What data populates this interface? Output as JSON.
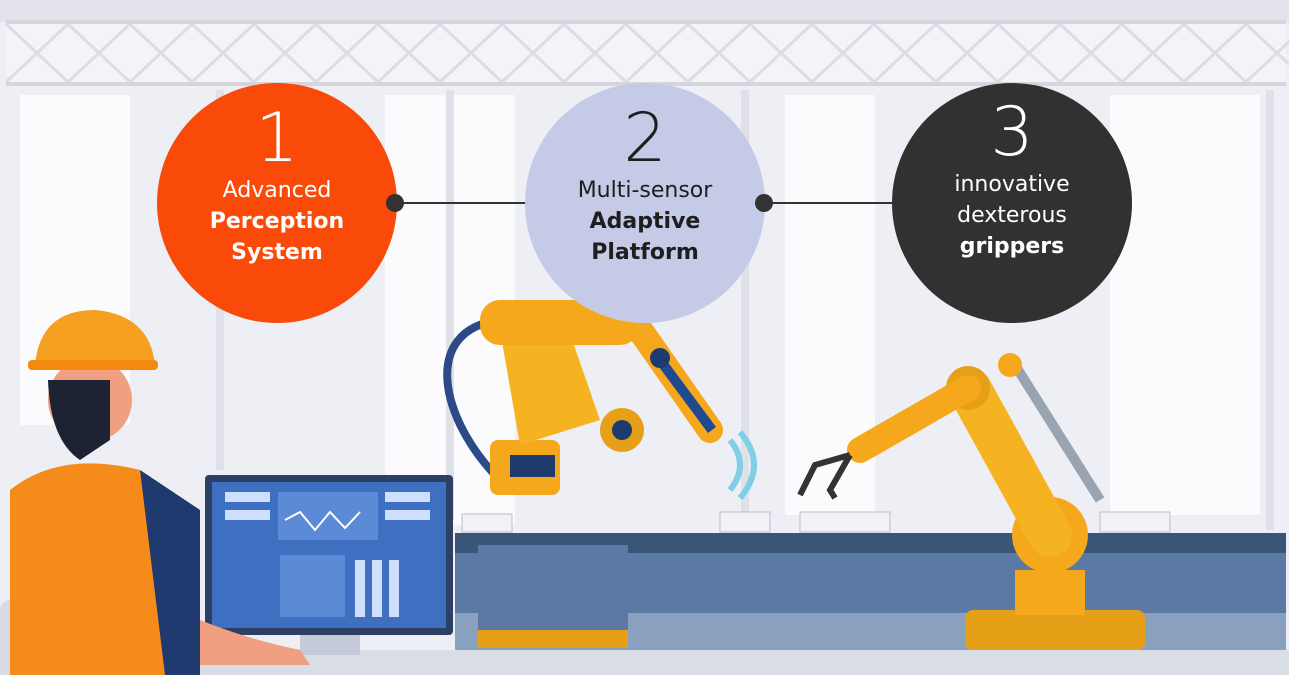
{
  "steps": [
    {
      "number": "1",
      "line1": "Advanced",
      "line2": "Perception",
      "line3": "System",
      "color": "#fa4a0a"
    },
    {
      "number": "2",
      "line1": "Multi-sensor",
      "line2": "Adaptive",
      "line3": "Platform",
      "color": "#c5cae6"
    },
    {
      "number": "3",
      "line1": "innovative",
      "line2": "dexterous",
      "line3": "grippers",
      "color": "#313131"
    }
  ],
  "colors": {
    "robot": "#f5a81c",
    "conveyor": "#4a6a95",
    "monitor": "#3f6fc0",
    "background": "#eeeef5"
  }
}
